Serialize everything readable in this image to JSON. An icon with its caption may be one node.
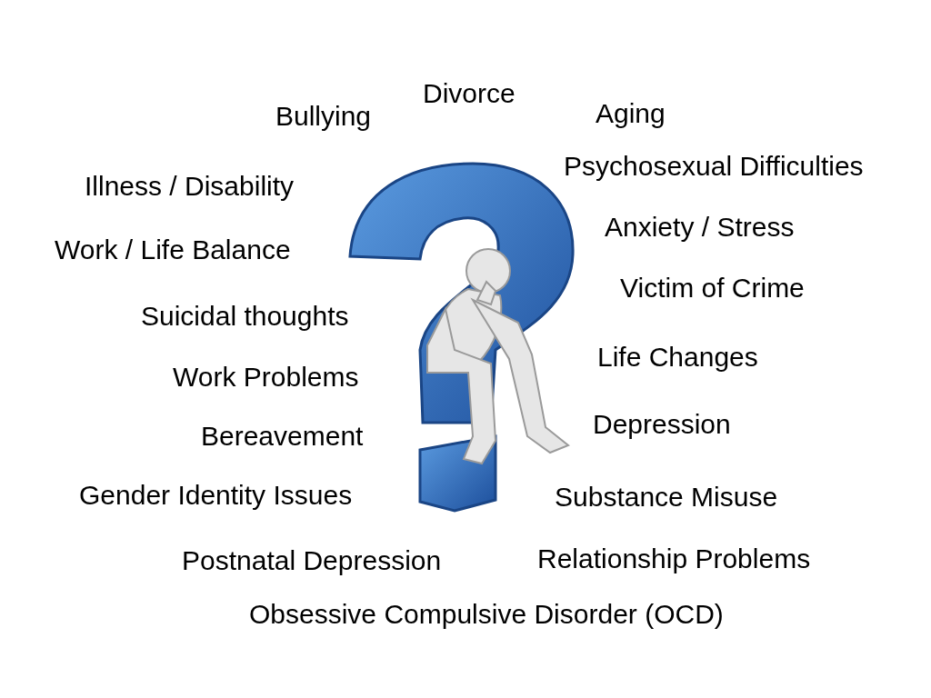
{
  "diagram": {
    "labels": [
      "Bullying",
      "Divorce",
      "Aging",
      "Illness / Disability",
      "Psychosexual Difficulties",
      "Work / Life Balance",
      "Anxiety / Stress",
      "Suicidal thoughts",
      "Victim of Crime",
      "Work Problems",
      "Life Changes",
      "Bereavement",
      "Depression",
      "Gender Identity Issues",
      "Substance Misuse",
      "Postnatal Depression",
      "Relationship Problems",
      "Obsessive Compulsive Disorder (OCD)"
    ]
  }
}
